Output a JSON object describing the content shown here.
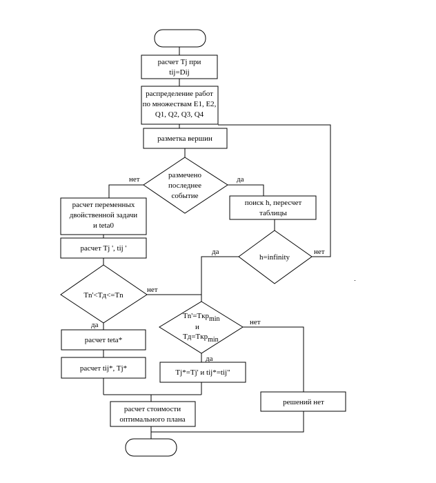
{
  "terminals": {
    "start": "",
    "end": ""
  },
  "process": {
    "calc_tj": [
      "расчет Tj при",
      "tij=Dij"
    ],
    "distribute": [
      "распределение работ",
      "по множествам E1, E2,",
      "Q1, Q2, Q3, Q4"
    ],
    "mark_vertices": [
      "разметка вершин"
    ],
    "dual_vars": [
      "расчет переменных",
      "двойственной задачи",
      "и teta0"
    ],
    "calc_tj_prime": [
      "расчет Tj ', tij '"
    ],
    "search_h": [
      "поиск h, пересчет",
      "таблицы"
    ],
    "calc_teta": [
      "расчет teta*"
    ],
    "calc_tij_star": [
      "расчет tij*, Tj*"
    ],
    "assign_star": [
      "Tj*=Tj' и tij*=tij\""
    ],
    "no_solution": [
      "решений нет"
    ],
    "cost": [
      "расчет стоимости",
      "оптимального плана"
    ]
  },
  "decisions": {
    "last_event": [
      "размечено",
      "последнее",
      "событие"
    ],
    "h_infinity": [
      "h=infinity"
    ],
    "tn_range": [
      "Tn'<Tд<=Tn"
    ],
    "tkr_check": {
      "line1": "Tn'=Tкр",
      "sub1": "min",
      "line2": "и",
      "line3": "Tд=Tкр",
      "sub3": "min"
    }
  },
  "edge_labels": {
    "yes": "да",
    "no": "нет"
  }
}
